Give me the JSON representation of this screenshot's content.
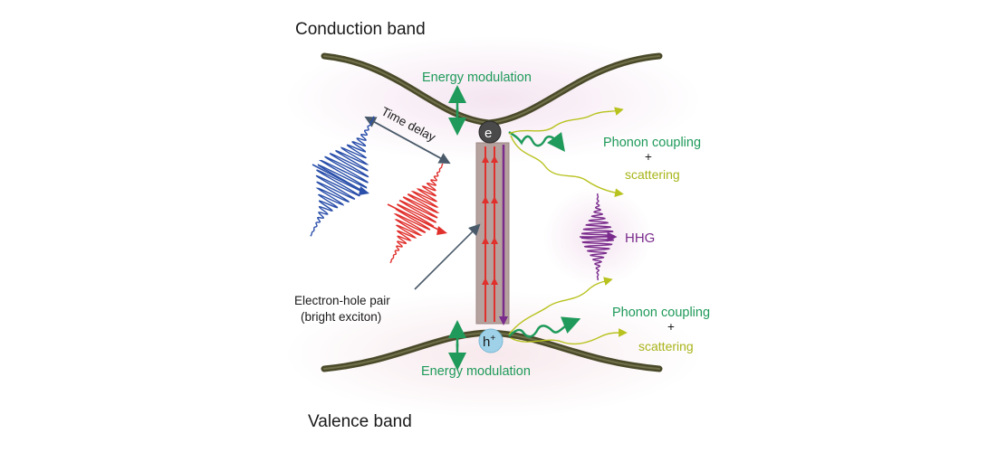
{
  "bands": {
    "conduction": "Conduction band",
    "valence": "Valence band"
  },
  "labels": {
    "energy_modulation_top": "Energy modulation",
    "energy_modulation_bottom": "Energy modulation",
    "time_delay": "Time delay",
    "phonon_top_1": "Phonon coupling",
    "phonon_top_plus": "+",
    "phonon_top_2": "scattering",
    "phonon_bottom_1": "Phonon coupling",
    "phonon_bottom_plus": "+",
    "phonon_bottom_2": "scattering",
    "hhg": "HHG",
    "pair_1": "Electron-hole pair",
    "pair_2": "(bright exciton)",
    "electron": "e",
    "hole": "h",
    "hole_sup": "+"
  },
  "colors": {
    "green": "#1f9a5a",
    "yellow": "#b8c21e",
    "blue_pulse": "#2a4faa",
    "red_pulse": "#e0302c",
    "purple": "#7a2b8c",
    "band_curve": "#4a4a2a",
    "bar": "#b5a29f"
  }
}
